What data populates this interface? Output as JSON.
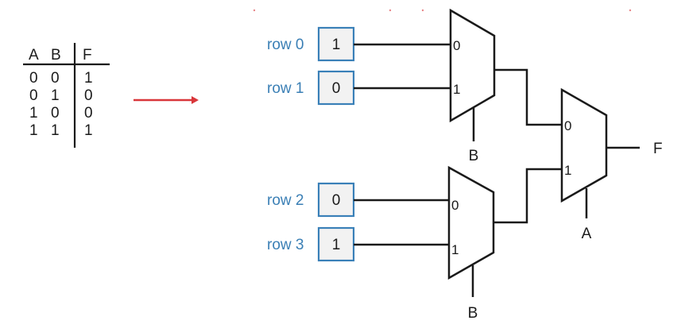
{
  "truth_table": {
    "headers": [
      "A",
      "B",
      "F"
    ],
    "rows": [
      [
        "0",
        "0",
        "1"
      ],
      [
        "0",
        "1",
        "0"
      ],
      [
        "1",
        "0",
        "0"
      ],
      [
        "1",
        "1",
        "1"
      ]
    ]
  },
  "arrow": {
    "color": "#d9363a"
  },
  "inputs": [
    {
      "label": "row 0",
      "value": "1"
    },
    {
      "label": "row 1",
      "value": "0"
    },
    {
      "label": "row 2",
      "value": "0"
    },
    {
      "label": "row 3",
      "value": "1"
    }
  ],
  "muxes": {
    "top": {
      "in0": "0",
      "in1": "1",
      "select": "B"
    },
    "bottom": {
      "in0": "0",
      "in1": "1",
      "select": "B"
    },
    "final": {
      "in0": "0",
      "in1": "1",
      "select": "A",
      "output": "F"
    }
  },
  "colors": {
    "label_blue": "#3a7fb5",
    "box_border": "#3a80b8",
    "box_fill": "#f2f2f2",
    "line": "#1a1a1a"
  }
}
